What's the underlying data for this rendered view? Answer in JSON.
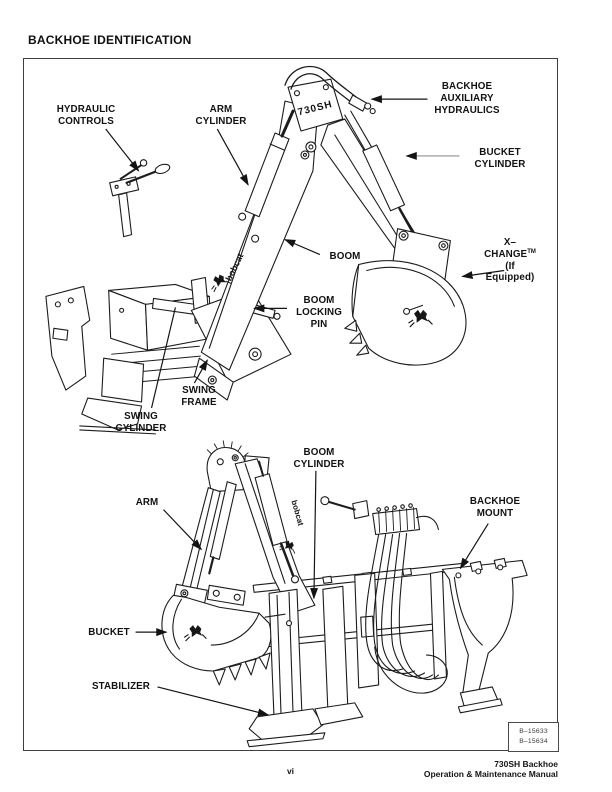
{
  "page": {
    "title": "BACKHOE IDENTIFICATION",
    "footer": {
      "page_number": "vi",
      "doc_line1": "730SH Backhoe",
      "doc_line2": "Operation & Maintenance Manual"
    }
  },
  "figure": {
    "refs": [
      "B–15633",
      "B–15634"
    ],
    "model_label": "730SH",
    "brand_label": "bobcat",
    "labels": {
      "hydraulic_controls": "HYDRAULIC\nCONTROLS",
      "arm_cylinder": "ARM\nCYLINDER",
      "backhoe_auxiliary_hydraulics": "BACKHOE AUXILIARY\nHYDRAULICS",
      "bucket_cylinder": "BUCKET\nCYLINDER",
      "x_change_name": "X–CHANGE",
      "x_change_tm": "TM",
      "x_change_qualifier": "(If Equipped)",
      "boom": "BOOM",
      "boom_locking_pin": "BOOM\nLOCKING\nPIN",
      "swing_frame": "SWING\nFRAME",
      "swing_cylinder": "SWING\nCYLINDER",
      "boom_cylinder": "BOOM\nCYLINDER",
      "arm": "ARM",
      "backhoe_mount": "BACKHOE\nMOUNT",
      "bucket": "BUCKET",
      "stabilizer": "STABILIZER"
    }
  }
}
